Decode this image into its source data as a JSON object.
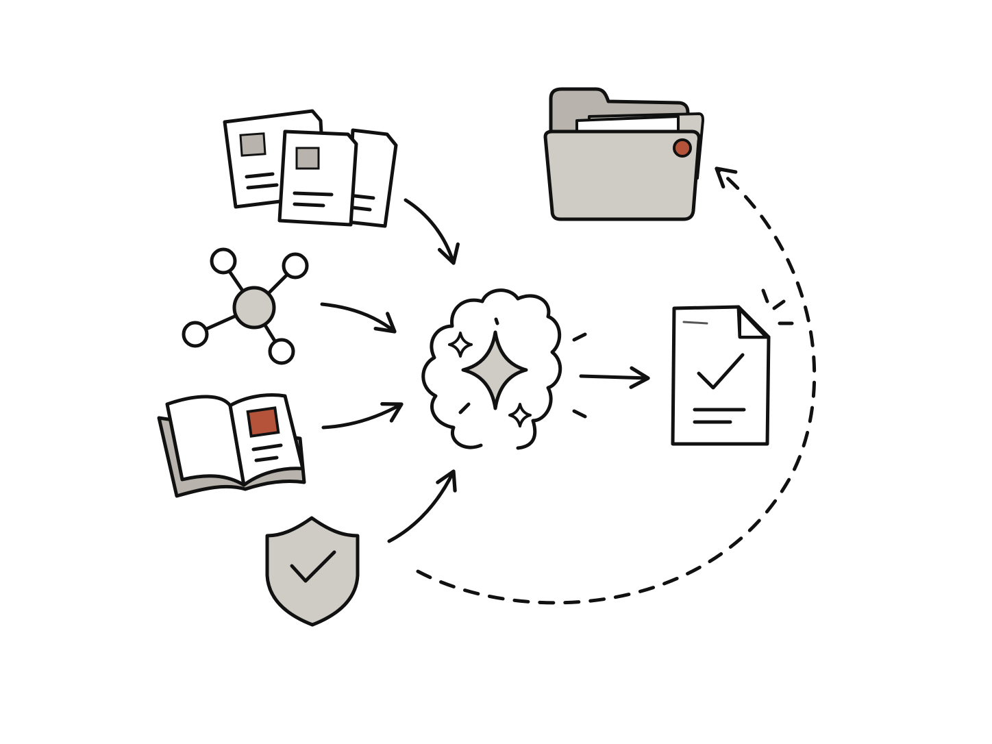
{
  "colors": {
    "ink": "#111111",
    "paper": "#ffffff",
    "fill_gray": "#cfccc5",
    "fill_gray_dark": "#b8b4ad",
    "accent": "#b5533a"
  },
  "diagram": {
    "inputs": [
      {
        "icon": "document-stack-icon"
      },
      {
        "icon": "network-graph-icon"
      },
      {
        "icon": "open-book-icon"
      },
      {
        "icon": "shield-check-icon"
      }
    ],
    "processor": {
      "icon": "brain-sparkle-icon"
    },
    "output": {
      "icon": "approved-document-icon"
    },
    "storage": {
      "icon": "folder-icon"
    },
    "flows": [
      {
        "from": "document-stack-icon",
        "to": "brain-sparkle-icon",
        "style": "solid"
      },
      {
        "from": "network-graph-icon",
        "to": "brain-sparkle-icon",
        "style": "solid"
      },
      {
        "from": "open-book-icon",
        "to": "brain-sparkle-icon",
        "style": "solid"
      },
      {
        "from": "shield-check-icon",
        "to": "brain-sparkle-icon",
        "style": "solid"
      },
      {
        "from": "brain-sparkle-icon",
        "to": "approved-document-icon",
        "style": "solid"
      },
      {
        "from": "shield-check-icon",
        "to": "folder-icon",
        "style": "dashed"
      }
    ]
  }
}
